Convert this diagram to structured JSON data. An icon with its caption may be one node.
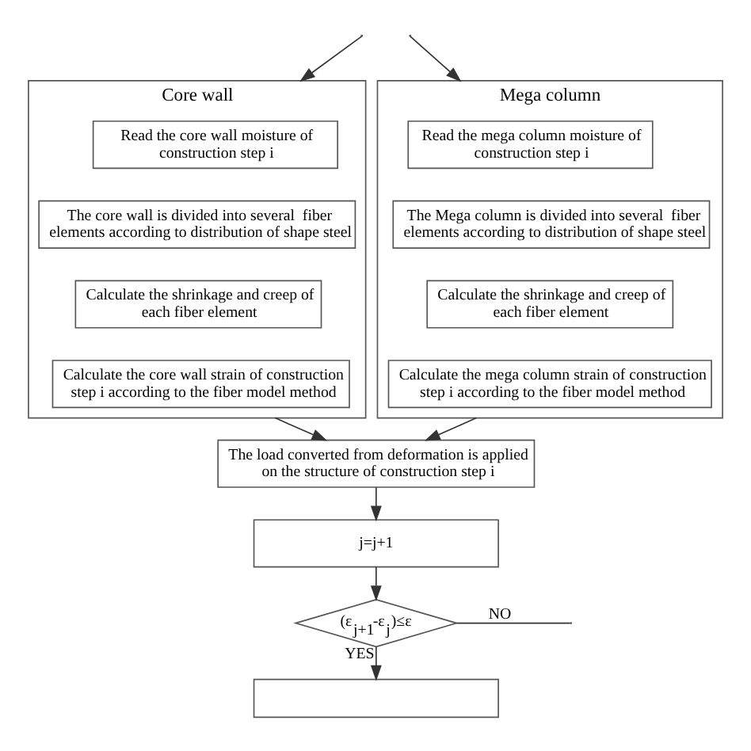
{
  "diagram": {
    "nodes": [
      {
        "text": [
          "Core wall"
        ]
      },
      {
        "text": [
          "Read the core wall moisture of construction step i"
        ],
        "in": 0
      },
      {
        "text": [
          "The core wall is divided into several  fiber elements according to distribution of shape steel"
        ],
        "in": 0
      },
      {
        "text": [
          "Calculate the shrinkage and creep of each fiber element"
        ],
        "in": 0
      },
      {
        "text": [
          "Calculate the core wall strain of construction step i according to the fiber model method"
        ],
        "in": 0
      },
      {
        "text": [
          "Mega column"
        ]
      },
      {
        "text": [
          "Read the mega column moisture of construction step i"
        ],
        "in": 5
      },
      {
        "text": [
          "The Mega column is divided into several  fiber elements according to distribution of shape steel"
        ],
        "in": 5
      },
      {
        "text": [
          "Calculate the shrinkage and creep of each fiber element"
        ],
        "in": 5
      },
      {
        "text": [
          "Calculate the mega column strain of construction step i according to the fiber model method"
        ],
        "in": 5
      },
      {
        "text": [
          "The load converted from deformation is applied on the structure of construction step i"
        ]
      },
      {
        "text": [
          "j=j+1"
        ]
      },
      {
        "text": [
          "(ε$_{j+1}$-ε$_{j}$)≤ε"
        ]
      },
      {
        "text": [],
        "shape": "box"
      }
    ],
    "edges": [
      {
        "from": null,
        "to": 0,
        "arrow": "to"
      },
      {
        "from": null,
        "to": 5,
        "arrow": "to"
      },
      {
        "from": 0,
        "to": 10,
        "arrow": "to"
      },
      {
        "from": 5,
        "to": 10,
        "arrow": "to"
      },
      {
        "from": 10,
        "to": 11,
        "arrow": "to"
      },
      {
        "from": 11,
        "to": 12,
        "arrow": "to"
      },
      {
        "from": 12,
        "to": 13,
        "label": "YES",
        "arrow": "to"
      },
      {
        "from": 12,
        "to": null,
        "label": "NO",
        "arrow": "none"
      }
    ]
  }
}
